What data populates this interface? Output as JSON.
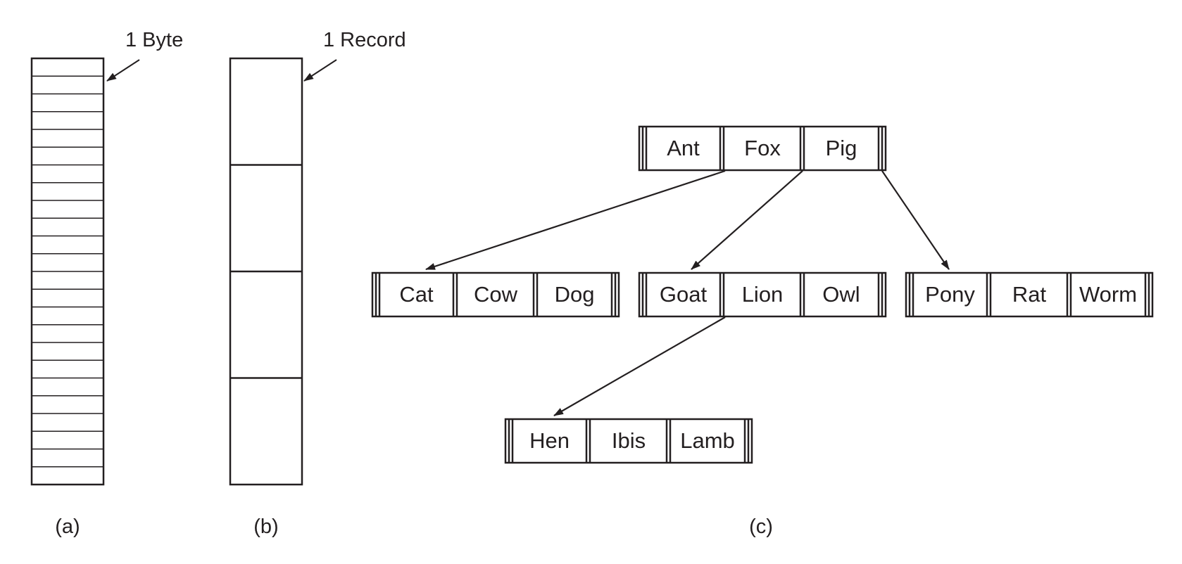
{
  "panel_a": {
    "annotation": "1 Byte",
    "caption": "(a)",
    "byte_count": 24
  },
  "panel_b": {
    "annotation": "1 Record",
    "caption": "(b)",
    "record_count": 4
  },
  "panel_c": {
    "caption": "(c)",
    "nodes": [
      {
        "id": "root",
        "keys": [
          "Ant",
          "Fox",
          "Pig"
        ]
      },
      {
        "id": "n1",
        "keys": [
          "Cat",
          "Cow",
          "Dog"
        ]
      },
      {
        "id": "n2",
        "keys": [
          "Goat",
          "Lion",
          "Owl"
        ]
      },
      {
        "id": "n3",
        "keys": [
          "Pony",
          "Rat",
          "Worm"
        ]
      },
      {
        "id": "n4",
        "keys": [
          "Hen",
          "Ibis",
          "Lamb"
        ]
      }
    ],
    "edges": [
      {
        "from": "root",
        "to": "n1"
      },
      {
        "from": "root",
        "to": "n2"
      },
      {
        "from": "root",
        "to": "n3"
      },
      {
        "from": "n2",
        "to": "n4"
      }
    ]
  }
}
